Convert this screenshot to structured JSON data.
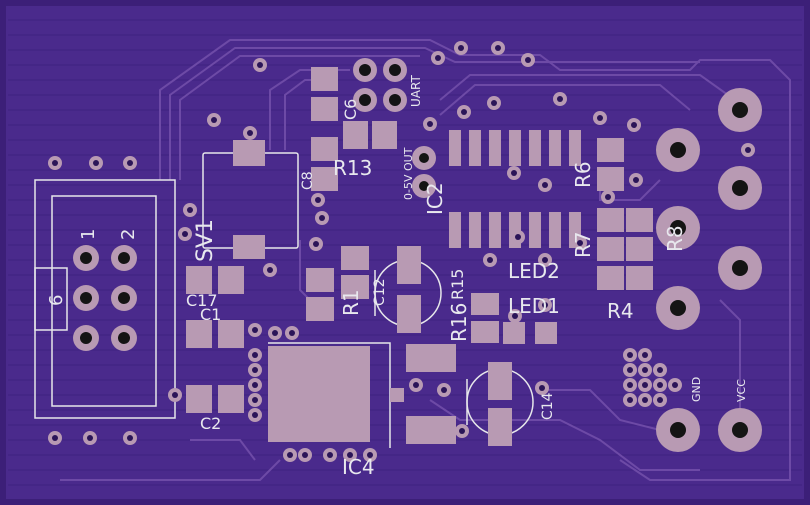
{
  "board": {
    "substrate_color": "#3c1f78",
    "copper_color": "#4a2a8c",
    "trace_color": "#7a5ab0",
    "pad_color": "#b89ab3",
    "silk_color": "#e6e6ea",
    "hole_color": "#141414"
  },
  "components": {
    "c6": "C6",
    "uart": "UART",
    "r13": "R13",
    "c8": "C8",
    "out": "0-5V OUT",
    "ic2": "IC2",
    "r6": "R6",
    "r7": "R7",
    "r8": "R8",
    "led2": "LED2",
    "led1": "LED1",
    "r4": "R4",
    "r1": "R1",
    "c12": "C12",
    "r15": "R15",
    "r16": "R16",
    "sv1": "SV1",
    "c17": "C17",
    "c1": "C1",
    "c2": "C2",
    "ic4": "IC4",
    "c14": "C14",
    "gnd": "GND",
    "vcc": "VCC",
    "pin1": "1",
    "pin2": "2",
    "pin6": "6"
  }
}
